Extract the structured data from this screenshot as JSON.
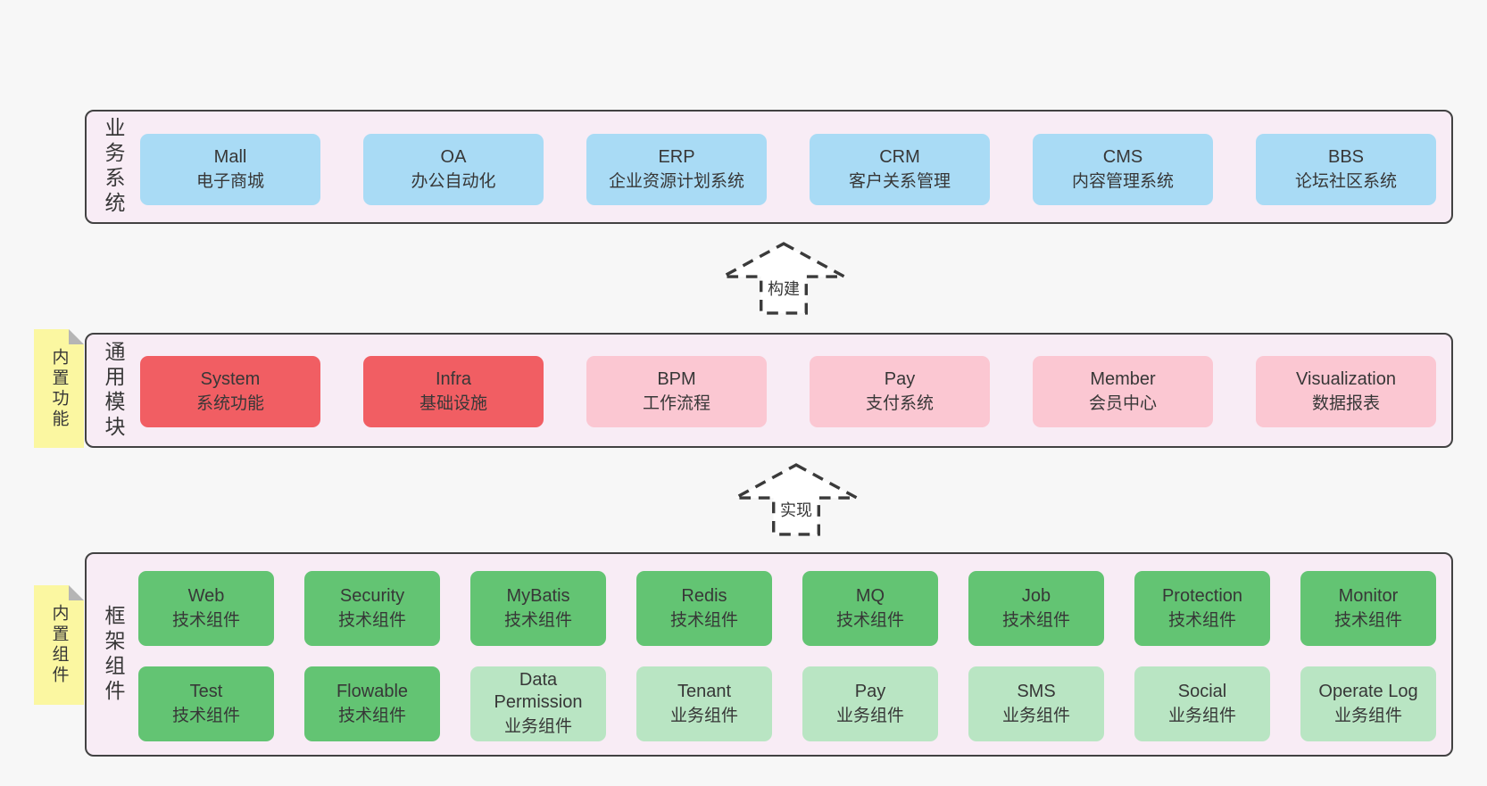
{
  "colors": {
    "canvas_bg": "#f7f7f7",
    "container_fill": "#f8ecf5",
    "container_border": "#424242",
    "box_blue": "#a9dbf5",
    "box_red": "#f15e63",
    "box_pink": "#fbc7d2",
    "box_green": "#63c473",
    "box_light_green": "#b9e5c3",
    "note_yellow": "#fbf7a1",
    "note_fold": "#b5b5b5",
    "text_dark": "#373737",
    "arrow_fill": "#ffffff",
    "arrow_dash": "#3a3a3a"
  },
  "arrows": [
    {
      "label": "构建"
    },
    {
      "label": "实现"
    }
  ],
  "sections": [
    {
      "side_label": "业务系统",
      "note": null,
      "box_rows": [
        [
          {
            "title": "Mall",
            "subtitle": "电子商城"
          },
          {
            "title": "OA",
            "subtitle": "办公自动化"
          },
          {
            "title": "ERP",
            "subtitle": "企业资源计划系统"
          },
          {
            "title": "CRM",
            "subtitle": "客户关系管理"
          },
          {
            "title": "CMS",
            "subtitle": "内容管理系统"
          },
          {
            "title": "BBS",
            "subtitle": "论坛社区系统"
          }
        ]
      ]
    },
    {
      "side_label": "通用模块",
      "note": "内置功能",
      "box_rows": [
        [
          {
            "title": "System",
            "subtitle": "系统功能"
          },
          {
            "title": "Infra",
            "subtitle": "基础设施"
          },
          {
            "title": "BPM",
            "subtitle": "工作流程"
          },
          {
            "title": "Pay",
            "subtitle": "支付系统"
          },
          {
            "title": "Member",
            "subtitle": "会员中心"
          },
          {
            "title": "Visualization",
            "subtitle": "数据报表"
          }
        ]
      ]
    },
    {
      "side_label": "框架组件",
      "note": "内置组件",
      "box_rows": [
        [
          {
            "title": "Web",
            "subtitle": "技术组件"
          },
          {
            "title": "Security",
            "subtitle": "技术组件"
          },
          {
            "title": "MyBatis",
            "subtitle": "技术组件"
          },
          {
            "title": "Redis",
            "subtitle": "技术组件"
          },
          {
            "title": "MQ",
            "subtitle": "技术组件"
          },
          {
            "title": "Job",
            "subtitle": "技术组件"
          },
          {
            "title": "Protection",
            "subtitle": "技术组件"
          },
          {
            "title": "Monitor",
            "subtitle": "技术组件"
          }
        ],
        [
          {
            "title": "Test",
            "subtitle": "技术组件"
          },
          {
            "title": "Flowable",
            "subtitle": "技术组件"
          },
          {
            "title": "Data Permission",
            "subtitle": "业务组件"
          },
          {
            "title": "Tenant",
            "subtitle": "业务组件"
          },
          {
            "title": "Pay",
            "subtitle": "业务组件"
          },
          {
            "title": "SMS",
            "subtitle": "业务组件"
          },
          {
            "title": "Social",
            "subtitle": "业务组件"
          },
          {
            "title": "Operate Log",
            "subtitle": "业务组件"
          }
        ]
      ]
    }
  ]
}
